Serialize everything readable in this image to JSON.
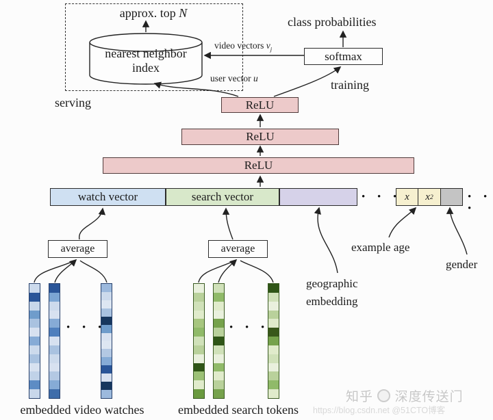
{
  "serving": {
    "approx_top": "approx. top ",
    "approx_top_var": "N",
    "nn_index_line1": "nearest neighbor",
    "nn_index_line2": "index",
    "label": "serving"
  },
  "training": {
    "class_probabilities": "class probabilities",
    "softmax": "softmax",
    "label": "training",
    "video_vectors": "video vectors ",
    "video_vectors_var": "v",
    "video_vectors_sub": "j",
    "user_vector": "user vector ",
    "user_vector_var": "u"
  },
  "network": {
    "relu_layers": [
      "ReLU",
      "ReLU",
      "ReLU"
    ]
  },
  "features": {
    "watch_vector": "watch vector",
    "search_vector": "search vector",
    "age_x": "x",
    "age_x2_base": "x",
    "age_x2_sup": "2",
    "dots": "• • •",
    "example_age": "example age",
    "gender": "gender",
    "geographic_line1": "geographic",
    "geographic_line2": "embedding",
    "average": "average"
  },
  "embeddings": {
    "video": {
      "label": "embedded video watches",
      "border": "#27406b",
      "columns": [
        [
          "#ccdaec",
          "#2a5598",
          "#c8d7ea",
          "#6f9ccb",
          "#a9c2e0",
          "#d7e1f0",
          "#86abd6",
          "#ccdaec",
          "#a9c2e0",
          "#d7e1f0",
          "#c0d2e8",
          "#5d8cc4",
          "#c8d7ea"
        ],
        [
          "#2a5598",
          "#7ba5d3",
          "#ccdaec",
          "#d7e1f0",
          "#86abd6",
          "#4f7fbd",
          "#d7e1f0",
          "#a9c2e0",
          "#ccdaec",
          "#d7e1f0",
          "#b3c8e3",
          "#86abd6",
          "#3f6daa"
        ],
        [
          "#9cb9dd",
          "#ccdaec",
          "#dde6f2",
          "#a9c2e0",
          "#17375e",
          "#6f9ccb",
          "#d7e1f0",
          "#dde6f2",
          "#b3c8e3",
          "#86abd6",
          "#2a5598",
          "#d7e1f0",
          "#17375e",
          "#9cb9dd"
        ]
      ],
      "dots": "• • •"
    },
    "search": {
      "label": "embedded search tokens",
      "border": "#3a5a22",
      "columns": [
        [
          "#e9f0dd",
          "#b9d19b",
          "#d0e1b9",
          "#e0ebcb",
          "#a7c67f",
          "#90ba69",
          "#d0e1b9",
          "#b9d19b",
          "#e9f0dd",
          "#2f5517",
          "#9cc176",
          "#e0ebcb",
          "#6a9a3f"
        ],
        [
          "#d0e1b9",
          "#90ba69",
          "#e0ebcb",
          "#e9f0dd",
          "#76a24c",
          "#b9d19b",
          "#2f5517",
          "#d0e1b9",
          "#e9f0dd",
          "#90ba69",
          "#e0ebcb",
          "#b9d19b",
          "#76a24c"
        ],
        [
          "#2f5517",
          "#d0e1b9",
          "#e9f0dd",
          "#b9d19b",
          "#e0ebcb",
          "#38571a",
          "#76a24c",
          "#e0ebcb",
          "#d0e1b9",
          "#e9f0dd",
          "#b9d19b",
          "#90ba69",
          "#e0ebcb"
        ]
      ],
      "dots": "• • •"
    }
  },
  "watermark": {
    "zhihu": "知乎",
    "account": "深度传送门",
    "csdn_line": "https://blog.csdn.net @51CTO博客"
  },
  "colors": {
    "relu_fill": "#edcaca",
    "relu_border": "#4f3a3a",
    "watch_fill": "#cfe0f2",
    "search_fill": "#d8e8ca",
    "geo_fill": "#d6d2e9",
    "age_fill": "#f6f0cf",
    "gender_fill": "#c4c4c4",
    "line": "#222222",
    "box_border": "#2b2b2b",
    "background": "#fcfcfc"
  }
}
